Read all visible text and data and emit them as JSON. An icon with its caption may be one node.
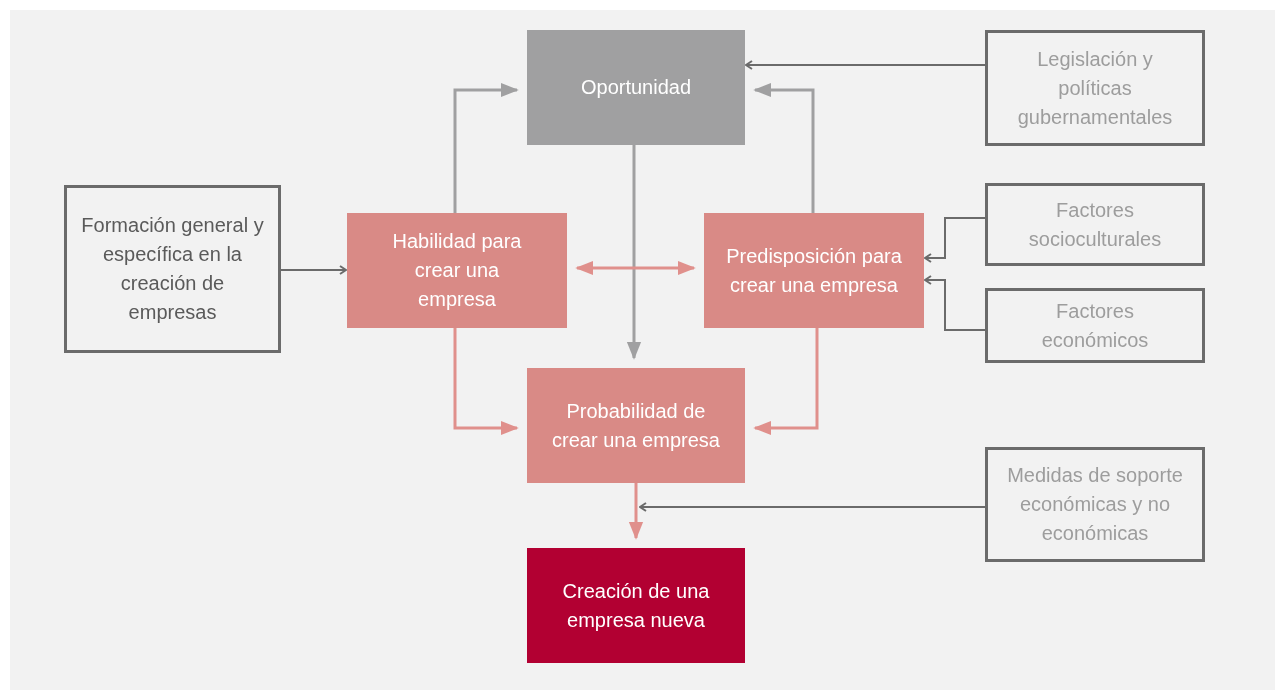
{
  "diagram": {
    "nodes": [
      {
        "text": [
          "Oportunidad"
        ]
      },
      {
        "text": [
          "Legislación y políticas gubernamentales"
        ]
      },
      {
        "text": [
          "Formación general y específica en la creación de empresas"
        ]
      },
      {
        "text": [
          "Habilidad para crear una empresa"
        ]
      },
      {
        "text": [
          "Predisposición para crear una empresa"
        ]
      },
      {
        "text": [
          "Factores socioculturales"
        ]
      },
      {
        "text": [
          "Factores económicos"
        ]
      },
      {
        "text": [
          "Probabilidad de crear una empresa"
        ]
      },
      {
        "text": [
          "Medidas de soporte económicas y no económicas"
        ]
      },
      {
        "text": [
          "Creación de una empresa nueva"
        ]
      }
    ],
    "edges": [
      {
        "from": 1,
        "to": 0,
        "arrow": "to"
      },
      {
        "from": 2,
        "to": 3,
        "arrow": "to"
      },
      {
        "from": 3,
        "to": 0,
        "arrow": "to",
        "color": "#a0a0a1"
      },
      {
        "from": 4,
        "to": 0,
        "arrow": "to",
        "color": "#a0a0a1"
      },
      {
        "from": 0,
        "to": 7,
        "arrow": "to",
        "color": "#a0a0a1"
      },
      {
        "from": 3,
        "to": 4,
        "arrow": "both",
        "color": "#e0908c"
      },
      {
        "from": 3,
        "to": 7,
        "arrow": "to",
        "color": "#e0908c"
      },
      {
        "from": 4,
        "to": 7,
        "arrow": "to",
        "color": "#e0908c"
      },
      {
        "from": 5,
        "to": 4,
        "arrow": "to"
      },
      {
        "from": 6,
        "to": 4,
        "arrow": "to"
      },
      {
        "from": 7,
        "to": 9,
        "arrow": "to",
        "color": "#e0908c"
      },
      {
        "from": 8,
        "to": 7,
        "arrow": "to"
      }
    ]
  }
}
